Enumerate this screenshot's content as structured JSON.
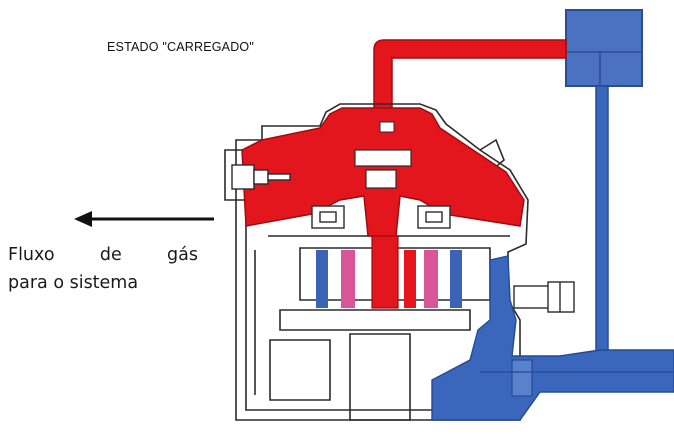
{
  "diagram": {
    "state_label": "ESTADO \"CARREGADO\"",
    "flow_label": {
      "words": [
        "Fluxo",
        "de",
        "gás"
      ],
      "line2": "para o sistema"
    },
    "colors": {
      "charged_gas": "#e3161d",
      "return_gas": "#2f5fb3",
      "outline": "#2b2b2b",
      "coil_pink": "#d8559a",
      "coil_blue": "#3b63b5",
      "arrow": "#111111"
    },
    "icons": {
      "flow_arrow": "left-arrow-icon"
    }
  }
}
